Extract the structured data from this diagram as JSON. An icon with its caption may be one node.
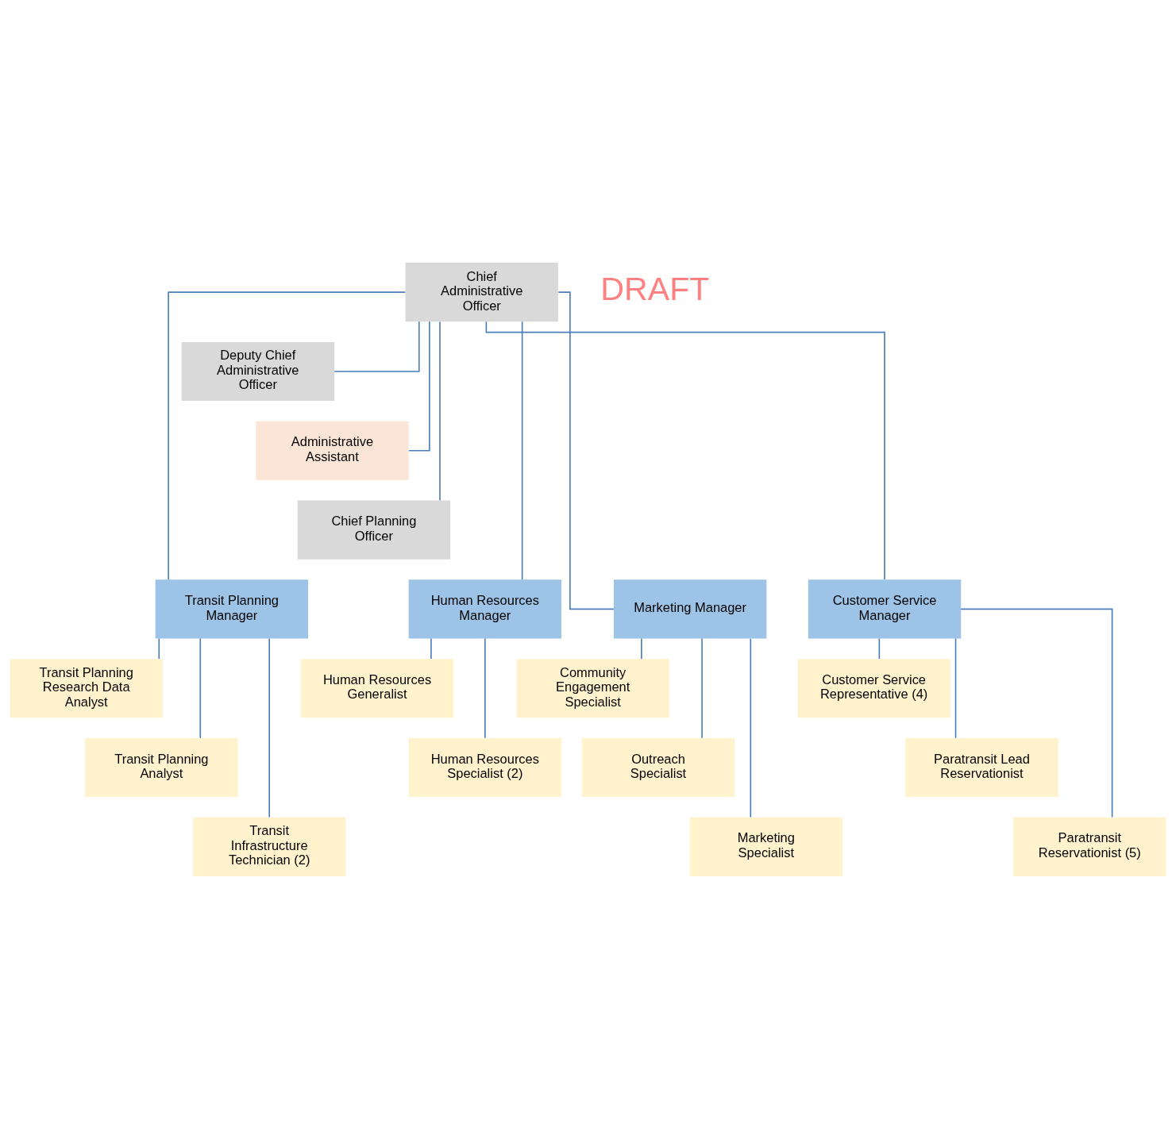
{
  "diagram": {
    "nodes": [
      {
        "text": [
          "Chief Administrative Officer"
        ]
      },
      {
        "text": [
          "Deputy Chief Administrative Officer"
        ]
      },
      {
        "text": [
          "Administrative Assistant"
        ]
      },
      {
        "text": [
          "Chief Planning Officer"
        ]
      },
      {
        "text": [
          "Transit Planning Manager"
        ]
      },
      {
        "text": [
          "Human Resources Manager"
        ]
      },
      {
        "text": [
          "Marketing Manager"
        ]
      },
      {
        "text": [
          "Customer Service Manager"
        ]
      },
      {
        "text": [
          "Transit Planning Research Data Analyst"
        ]
      },
      {
        "text": [
          "Human Resources Generalist"
        ]
      },
      {
        "text": [
          "Community Engagement Specialist"
        ]
      },
      {
        "text": [
          "Customer Service Representative (4)"
        ]
      },
      {
        "text": [
          "Transit Planning Analyst"
        ]
      },
      {
        "text": [
          "Human Resources Specialist (2)"
        ]
      },
      {
        "text": [
          "Outreach Specialist"
        ]
      },
      {
        "text": [
          "Paratransit Lead Reservationist"
        ]
      },
      {
        "text": [
          "Transit Infrastructure Technician (2)"
        ]
      },
      {
        "text": [
          "Marketing Specialist"
        ]
      },
      {
        "text": [
          "Paratransit Reservationist (5)"
        ]
      }
    ],
    "edges": [
      {
        "from": 0,
        "to": 1,
        "arrow": "none"
      },
      {
        "from": 0,
        "to": 2,
        "arrow": "none"
      },
      {
        "from": 0,
        "to": 3,
        "arrow": "none"
      },
      {
        "from": 0,
        "to": 4,
        "arrow": "none"
      },
      {
        "from": 0,
        "to": 5,
        "arrow": "none"
      },
      {
        "from": 0,
        "to": 6,
        "arrow": "none"
      },
      {
        "from": 0,
        "to": 7,
        "arrow": "none"
      },
      {
        "from": 4,
        "to": 8,
        "arrow": "none"
      },
      {
        "from": 4,
        "to": 12,
        "arrow": "none"
      },
      {
        "from": 4,
        "to": 16,
        "arrow": "none"
      },
      {
        "from": 5,
        "to": 9,
        "arrow": "none"
      },
      {
        "from": 5,
        "to": 13,
        "arrow": "none"
      },
      {
        "from": 6,
        "to": 10,
        "arrow": "none"
      },
      {
        "from": 6,
        "to": 14,
        "arrow": "none"
      },
      {
        "from": 6,
        "to": 17,
        "arrow": "none"
      },
      {
        "from": 7,
        "to": 11,
        "arrow": "none"
      },
      {
        "from": 7,
        "to": 15,
        "arrow": "none"
      },
      {
        "from": 7,
        "to": 18,
        "arrow": "none"
      }
    ],
    "labels": [
      "DRAFT"
    ]
  }
}
